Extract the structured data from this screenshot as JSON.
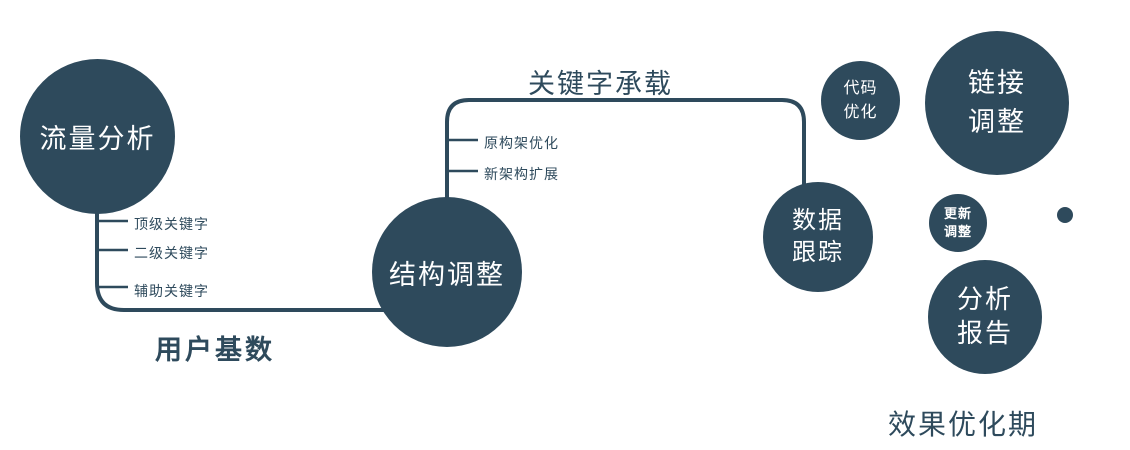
{
  "colors": {
    "primary": "#2e4a5c",
    "text_on_dark": "#ffffff",
    "background": "#ffffff"
  },
  "nodes": {
    "traffic_analysis": {
      "label": "流量分析"
    },
    "structure_adjustment": {
      "label": "结构调整"
    },
    "data_tracking": {
      "line1": "数据",
      "line2": "跟踪"
    },
    "code_optimization": {
      "line1": "代码",
      "line2": "优化"
    },
    "link_adjustment": {
      "line1": "链接",
      "line2": "调整"
    },
    "update_adjustment": {
      "line1": "更新",
      "line2": "调整"
    },
    "analysis_report": {
      "line1": "分析",
      "line2": "报告"
    }
  },
  "edge_labels": {
    "user_base": "用户基数",
    "keyword_carrying": "关键字承载"
  },
  "branches": {
    "traffic": [
      "顶级关键字",
      "二级关键字",
      "辅助关键字"
    ],
    "structure": [
      "原构架优化",
      "新架构扩展"
    ]
  },
  "caption": "效果优化期"
}
